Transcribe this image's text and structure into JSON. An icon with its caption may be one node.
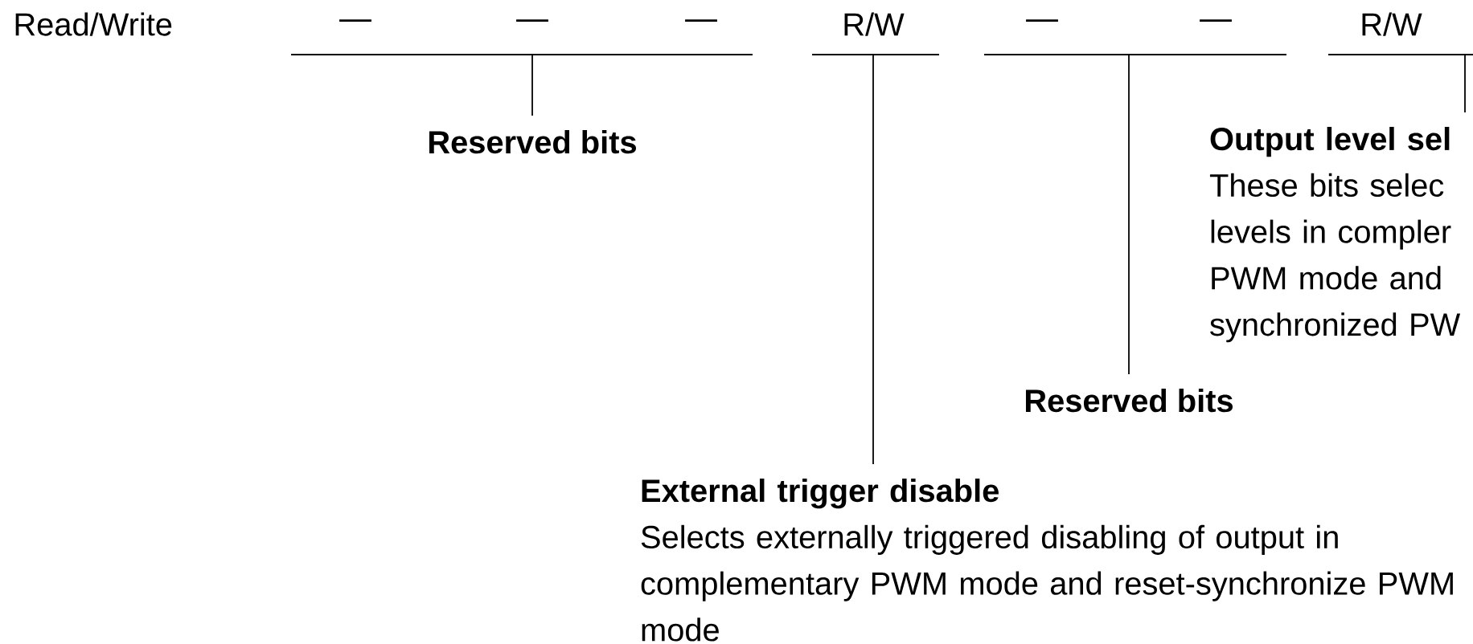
{
  "diagram": {
    "nodes": [
      {
        "text": [],
        "shape": "bar"
      },
      {
        "text": [],
        "shape": "bar"
      },
      {
        "text": [],
        "shape": "bar"
      },
      {
        "text": [],
        "shape": "bar"
      },
      {
        "text": [
          "Reserved bits"
        ]
      },
      {
        "text": [
          "Output level sel",
          "These bits selec levels in compler PWM mode and synchronized PW"
        ]
      },
      {
        "text": [
          "Reserved bits"
        ]
      },
      {
        "text": [
          "External trigger disable",
          "Selects externally triggered disabling of output in complementary PWM mode and reset-synchronize PWM mode"
        ]
      }
    ],
    "edges": [
      {
        "from": 0,
        "to": 4,
        "arrow": "none"
      },
      {
        "from": 1,
        "to": 7,
        "arrow": "none"
      },
      {
        "from": 2,
        "to": 6,
        "arrow": "none"
      },
      {
        "from": 3,
        "to": 5,
        "arrow": "none"
      }
    ],
    "labels": [
      "Read/Write",
      "—",
      "—",
      "—",
      "R/W",
      "—",
      "—",
      "R/W"
    ]
  }
}
